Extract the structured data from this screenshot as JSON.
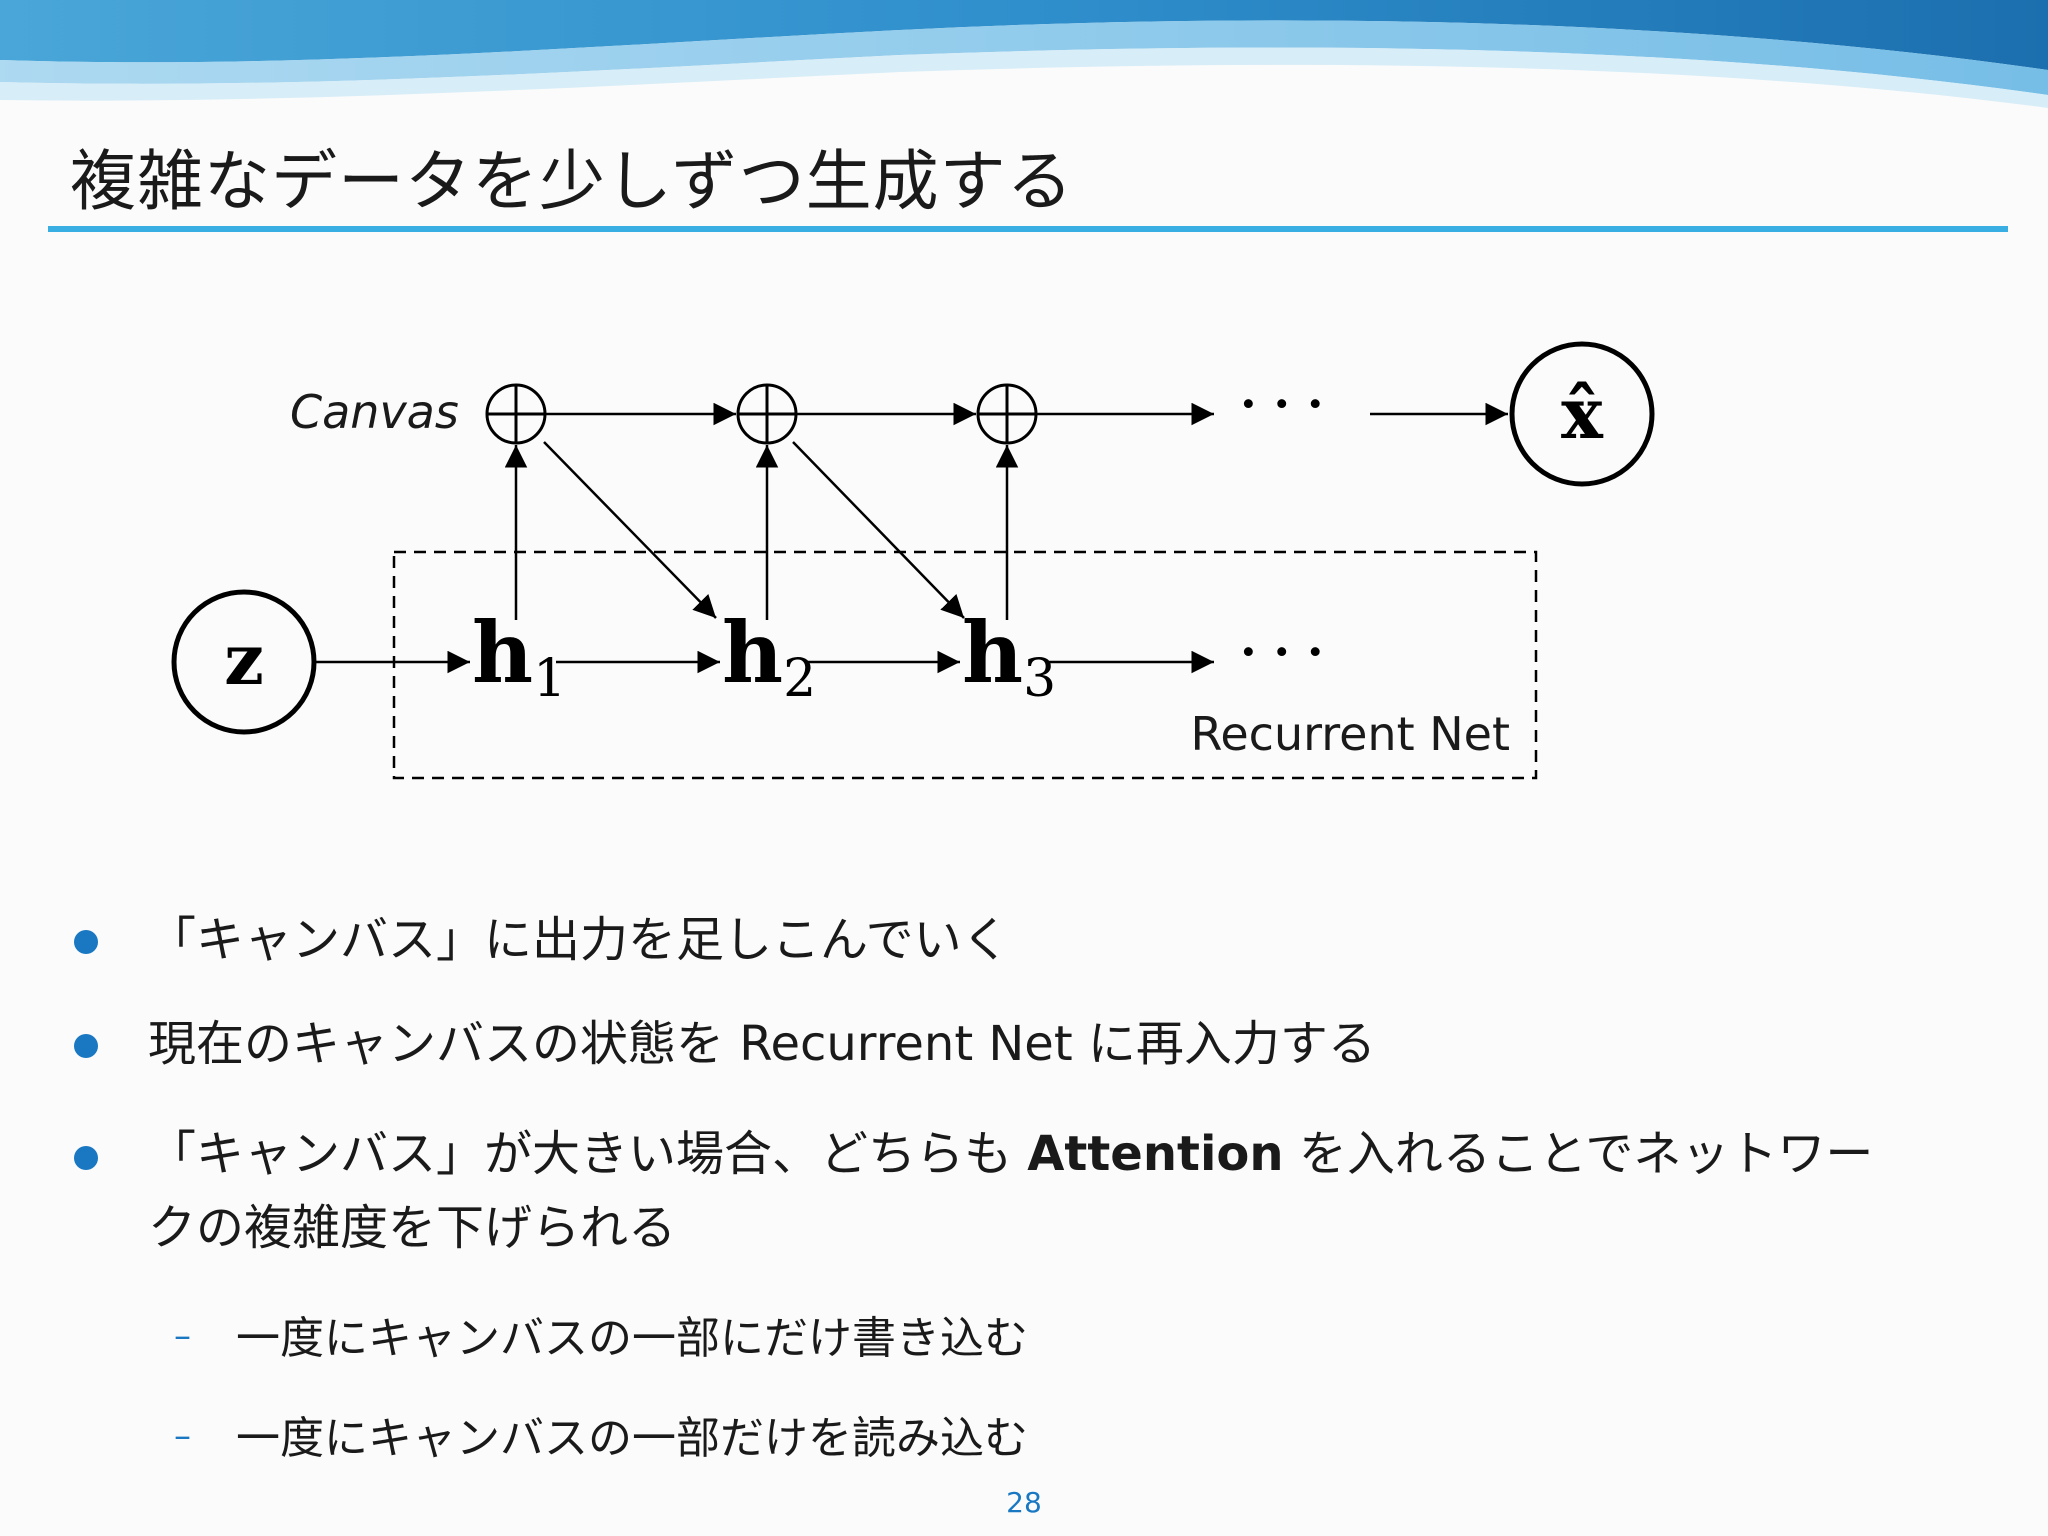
{
  "slide": {
    "title": "複雑なデータを少しずつ生成する",
    "page_number": "28",
    "accent_color": "#38aee3",
    "bullet_color": "#1a78c2"
  },
  "diagram": {
    "canvas_label": "Canvas",
    "recurrent_label": "Recurrent Net",
    "input_node": "z",
    "output_node": "x̂",
    "hidden_nodes": [
      {
        "base": "h",
        "sub": "1"
      },
      {
        "base": "h",
        "sub": "2"
      },
      {
        "base": "h",
        "sub": "3"
      }
    ],
    "ellipsis": "· · ·",
    "adder_symbol": "⊕"
  },
  "bullets": [
    {
      "text": "「キャンバス」に出力を足しこんでいく"
    },
    {
      "text": "現在のキャンバスの状態を Recurrent Net に再入力する"
    },
    {
      "text_before": "「キャンバス」が大きい場合、どちらも ",
      "bold": "Attention",
      "text_after": " を入れることでネットワー",
      "continuation": "クの複雑度を下げられる"
    }
  ],
  "sub_bullets": [
    {
      "dash": "–",
      "text": "一度にキャンバスの一部にだけ書き込む"
    },
    {
      "dash": "–",
      "text": "一度にキャンバスの一部だけを読み込む"
    }
  ]
}
